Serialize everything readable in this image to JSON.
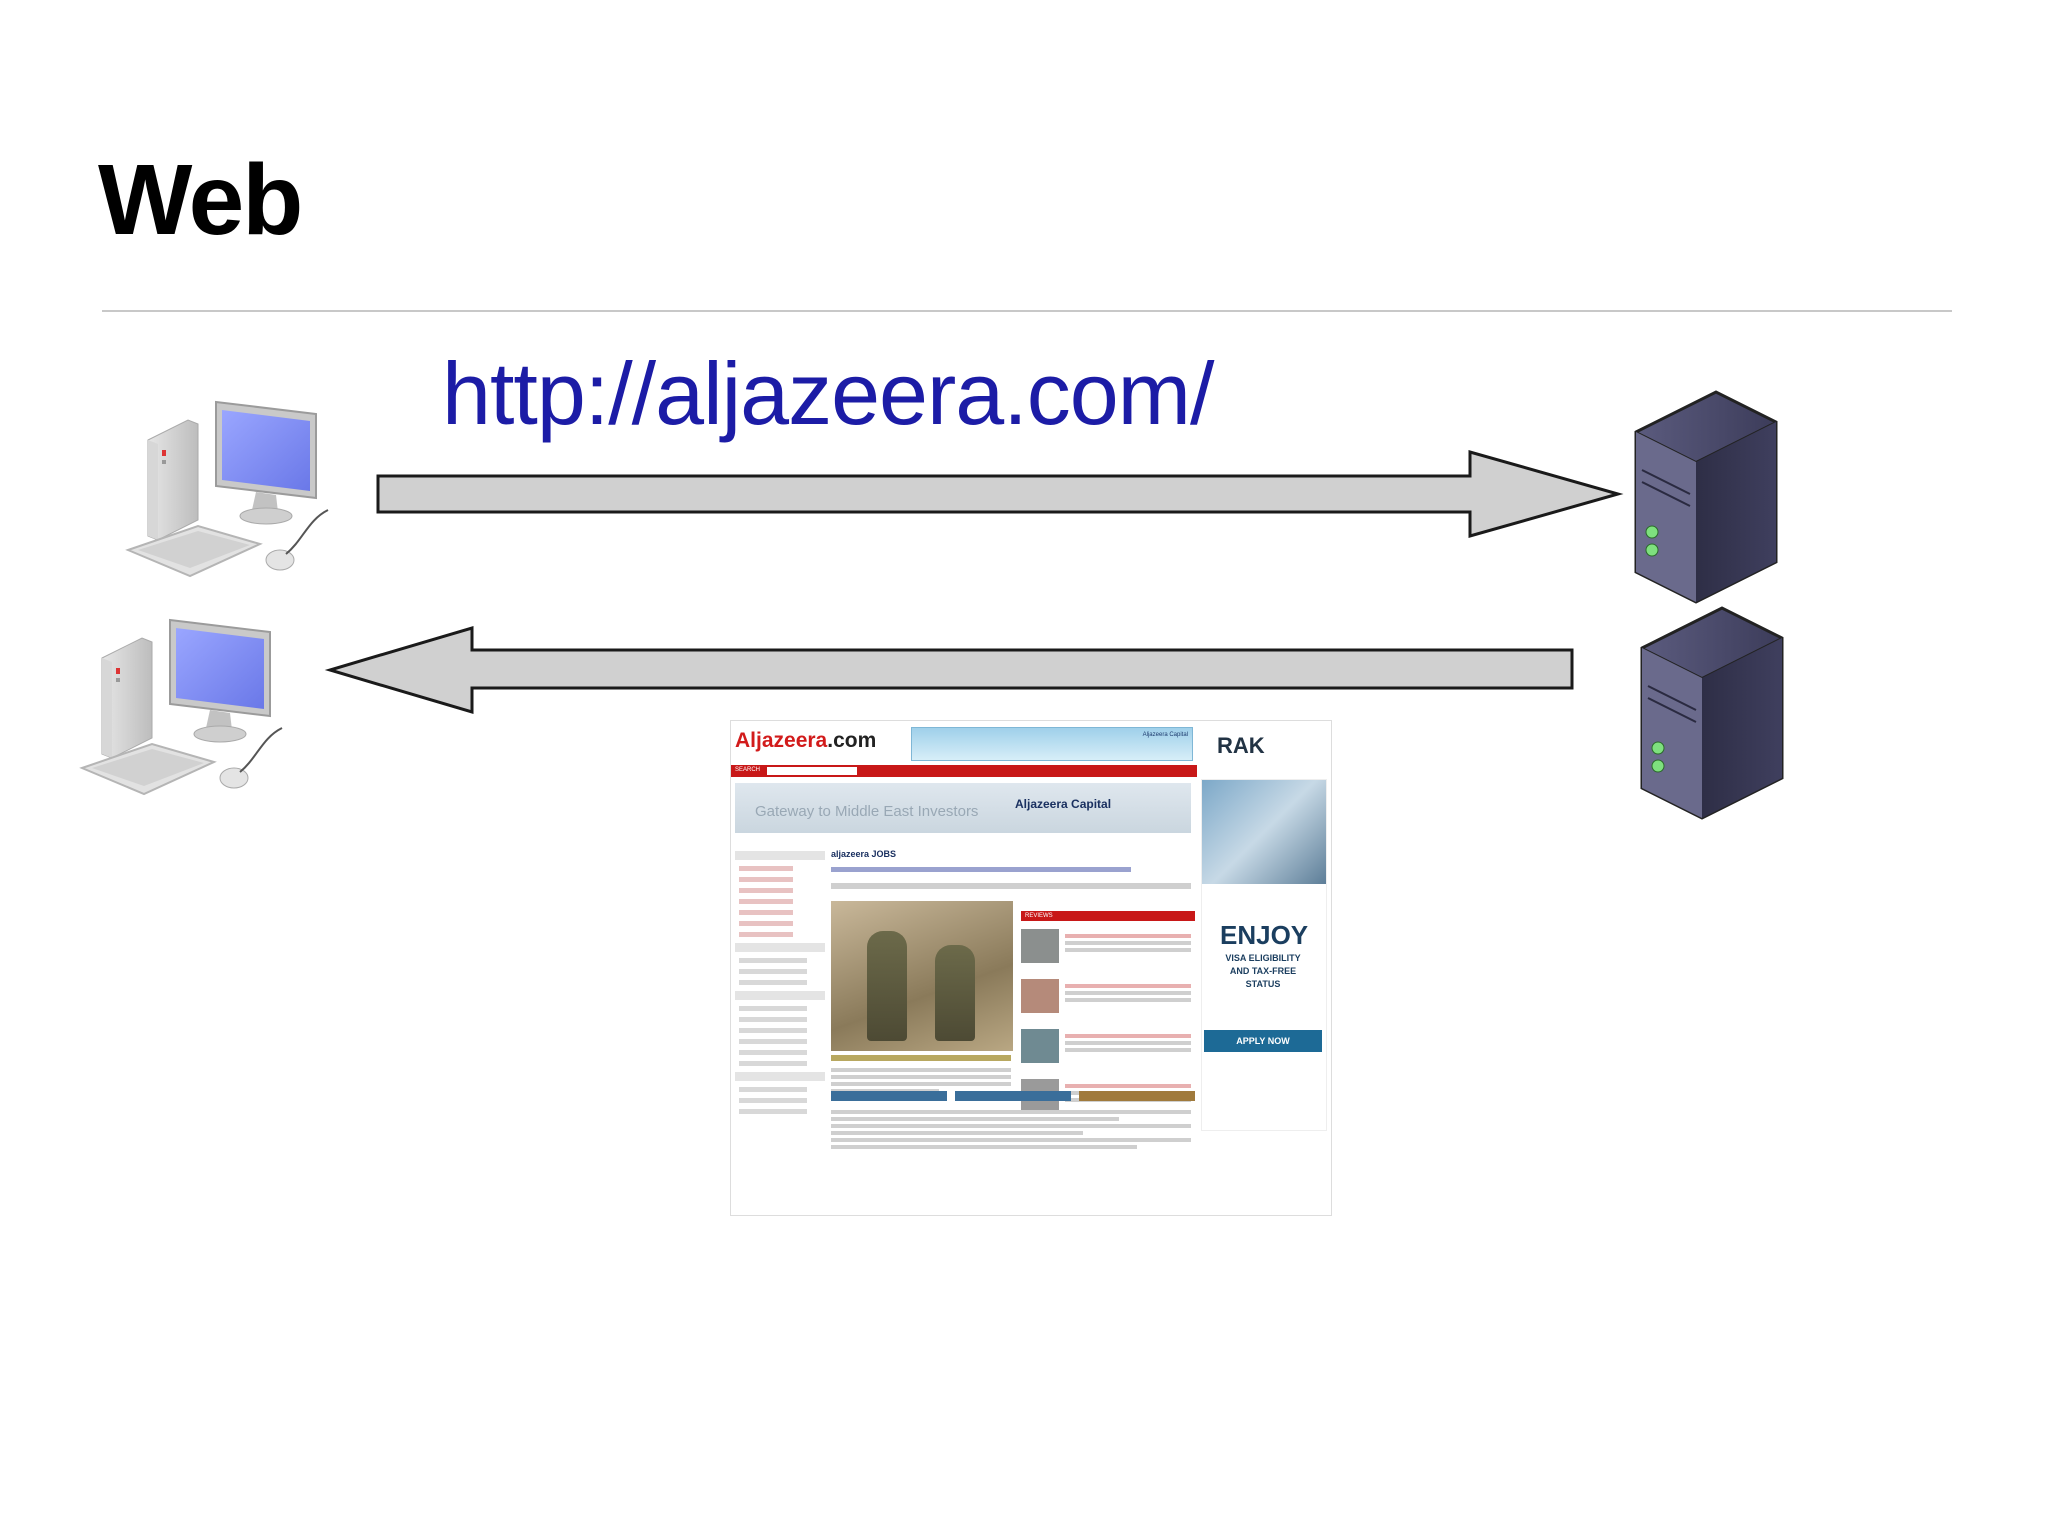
{
  "slide": {
    "title": "Web",
    "url": "http://aljazeera.com/"
  },
  "webpage_screenshot": {
    "logo_part1": "Aljazeera",
    "logo_part2": ".com",
    "banner_text": "Aljazeera Capital",
    "search_label": "SEARCH",
    "gateway_text": "Gateway to Middle East Investors",
    "capital_text": "Aljazeera Capital",
    "jobs_label": "aljazeera JOBS",
    "ad_brand": "RAK",
    "ad_headline": "ENJOY",
    "ad_subtext": "VISA ELIGIBILITY AND TAX-FREE STATUS",
    "ad_button": "APPLY NOW",
    "reviews_label": "REVIEWS"
  },
  "colors": {
    "url_text": "#1c1ca6",
    "arrow_fill": "#d0d0d0",
    "server_body": "#4a4a6a",
    "monitor_screen": "#7f8ef0"
  }
}
